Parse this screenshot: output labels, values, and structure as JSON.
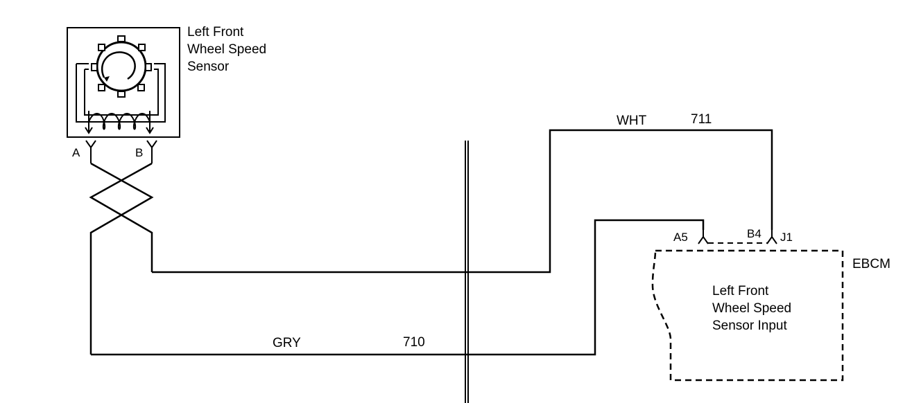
{
  "sensor": {
    "title_lines": [
      "Left Front",
      "Wheel Speed",
      "Sensor"
    ],
    "pin_a": "A",
    "pin_b": "B"
  },
  "wires": {
    "white": {
      "color": "WHT",
      "circuit": "711"
    },
    "gray": {
      "color": "GRY",
      "circuit": "710"
    }
  },
  "ebcm": {
    "name": "EBCM",
    "pin_a5": "A5",
    "pin_b4": "B4",
    "connector": "J1",
    "input_lines": [
      "Left Front",
      "Wheel Speed",
      "Sensor Input"
    ]
  },
  "colors": {
    "line": "#000000",
    "background": "#ffffff"
  }
}
